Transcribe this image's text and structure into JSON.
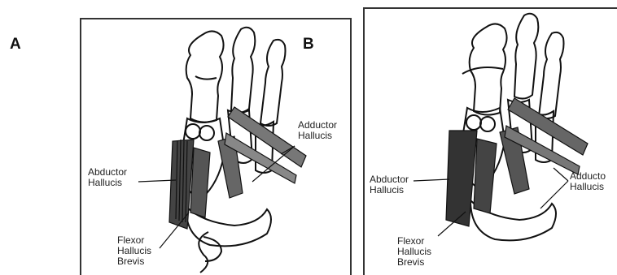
{
  "panels": [
    {
      "letter": "A",
      "labels": {
        "adductor": "Adductor\nHallucis",
        "abductor": "Abductor\nHallucis",
        "flexor": "Flexor\nHallucis\nBrevis"
      }
    },
    {
      "letter": "B",
      "labels": {
        "adductor": "Adducto\nHallucis",
        "abductor": "Abductor\nHallucis",
        "flexor": "Flexor\nHallucis\nBrevis"
      }
    }
  ]
}
